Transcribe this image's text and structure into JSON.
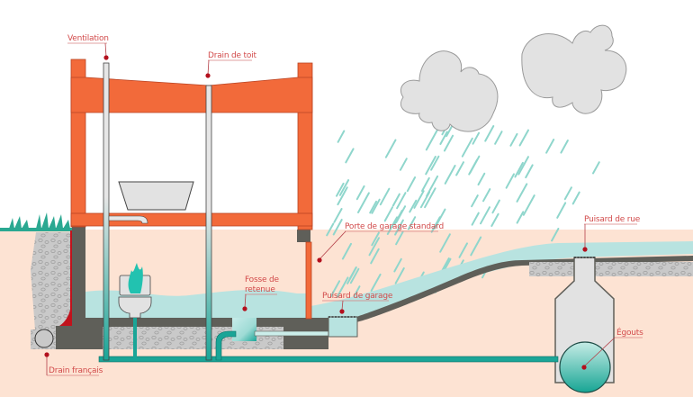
{
  "diagram": {
    "labels": {
      "ventilation": "Ventilation",
      "roof_drain": "Drain de toit",
      "garage_door": "Porte de garage standard",
      "street_sump": "Puisard de rue",
      "retention_pit_line1": "Fosse de",
      "retention_pit_line2": "retenue",
      "garage_sump": "Puisard de garage",
      "sewer": "Égouts",
      "french_drain": "Drain français"
    },
    "colors": {
      "frame": "#f26a3a",
      "frame_stroke": "#b94424",
      "soil": "#fde3d3",
      "water": "#b8e3e0",
      "pipe": "#1aa597",
      "concrete": "#5f5f59",
      "gravel": "#c9c9c9",
      "cloud": "#e2e2e2",
      "rain": "#8fd6cc",
      "grass": "#2aa891",
      "label": "#d24b4b",
      "marker": "#b3101d"
    }
  }
}
